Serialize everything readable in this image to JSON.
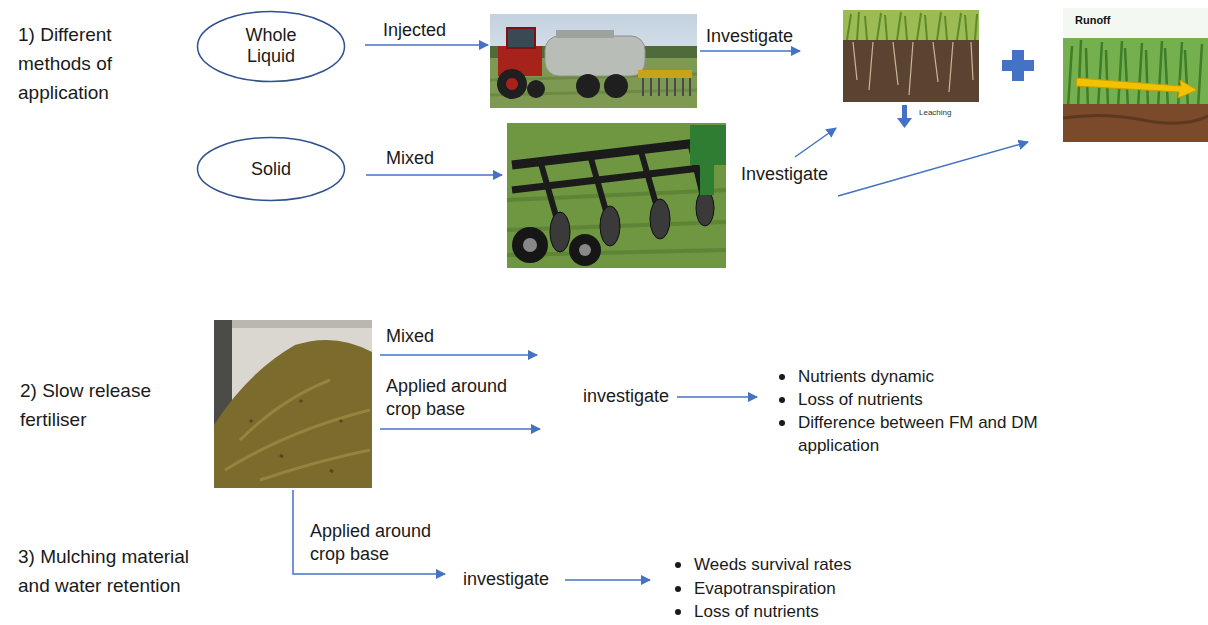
{
  "diagram": {
    "nodes": [
      {
        "text": [
          "Whole Liquid"
        ]
      },
      {
        "text": [
          "Leaching"
        ]
      },
      {
        "text": [
          "Runoff"
        ]
      },
      {
        "text": [
          "Solid"
        ]
      }
    ],
    "labels": [
      "1) Different methods of application",
      "Injected",
      "Investigate",
      "Mixed",
      "Investigate",
      "2) Slow release fertiliser",
      "Mixed",
      "Applied around crop base",
      "investigate",
      "Nutrients dynamic",
      "Loss of nutrients",
      "Difference between FM and DM application",
      "3) Mulching material and water retention",
      "Applied around crop base",
      "investigate",
      "Weeds survival rates",
      "Evapotranspiration",
      "Loss of nutrients"
    ]
  }
}
